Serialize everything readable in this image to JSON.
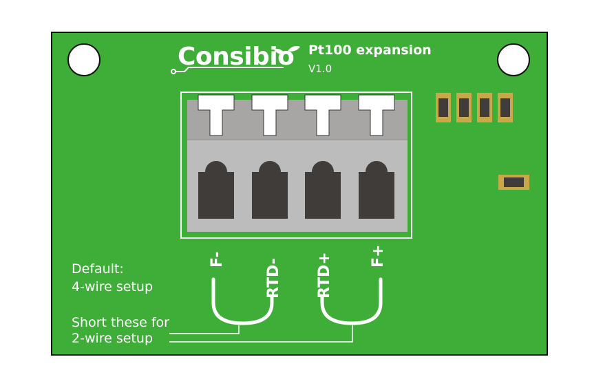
{
  "brand": {
    "logo_text": "Consibio"
  },
  "board": {
    "title": "Pt100 expansion",
    "version": "V1.0"
  },
  "terminals": [
    {
      "label": "F-"
    },
    {
      "label": "RTD-"
    },
    {
      "label": "RTD+"
    },
    {
      "label": "F+"
    }
  ],
  "notes": {
    "default_line1": "Default:",
    "default_line2": "4-wire setup",
    "short_line1": "Short these for",
    "short_line2": "2-wire setup"
  },
  "colors": {
    "pcb_green": "#3fae38",
    "connector_body": "#bcbcbc",
    "connector_top": "#a8a6a4",
    "screw_hole": "#403c3a",
    "smd_pad": "#c9a84a"
  },
  "icons": [
    "mounting-hole-icon",
    "sprout-leaf-icon",
    "smd-resistor-icon"
  ]
}
